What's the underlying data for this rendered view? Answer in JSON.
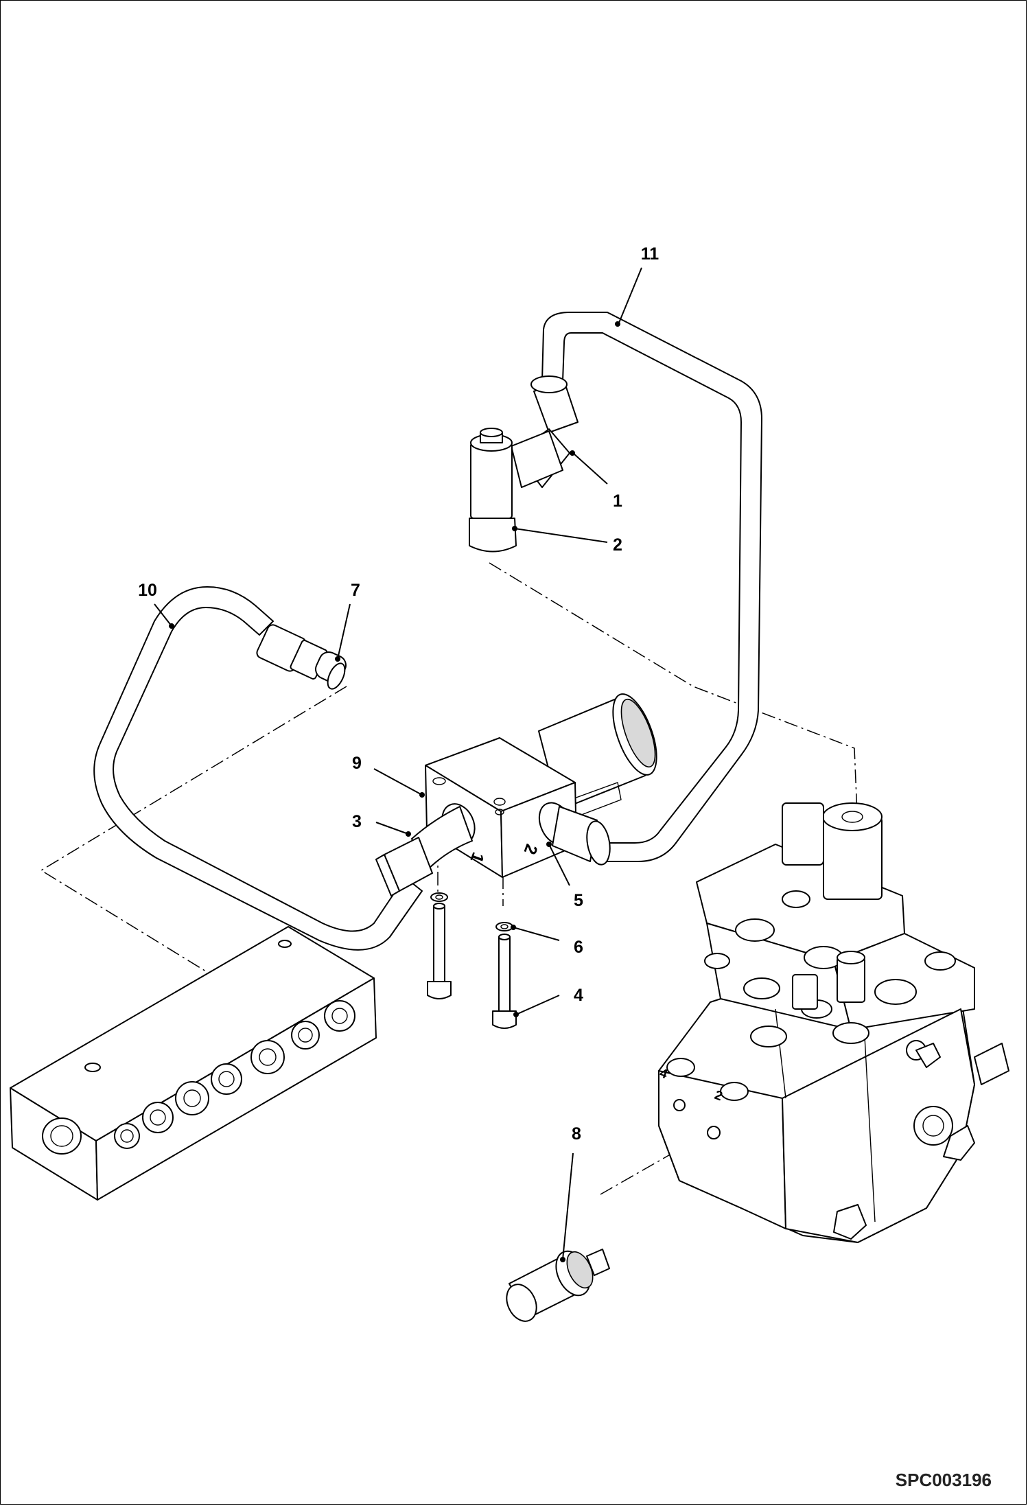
{
  "drawing_code": "SPC003196",
  "callouts": [
    "1",
    "2",
    "3",
    "4",
    "5",
    "6",
    "7",
    "8",
    "9",
    "10",
    "11"
  ],
  "port_marks": [
    "1",
    "2",
    "4",
    "2"
  ]
}
